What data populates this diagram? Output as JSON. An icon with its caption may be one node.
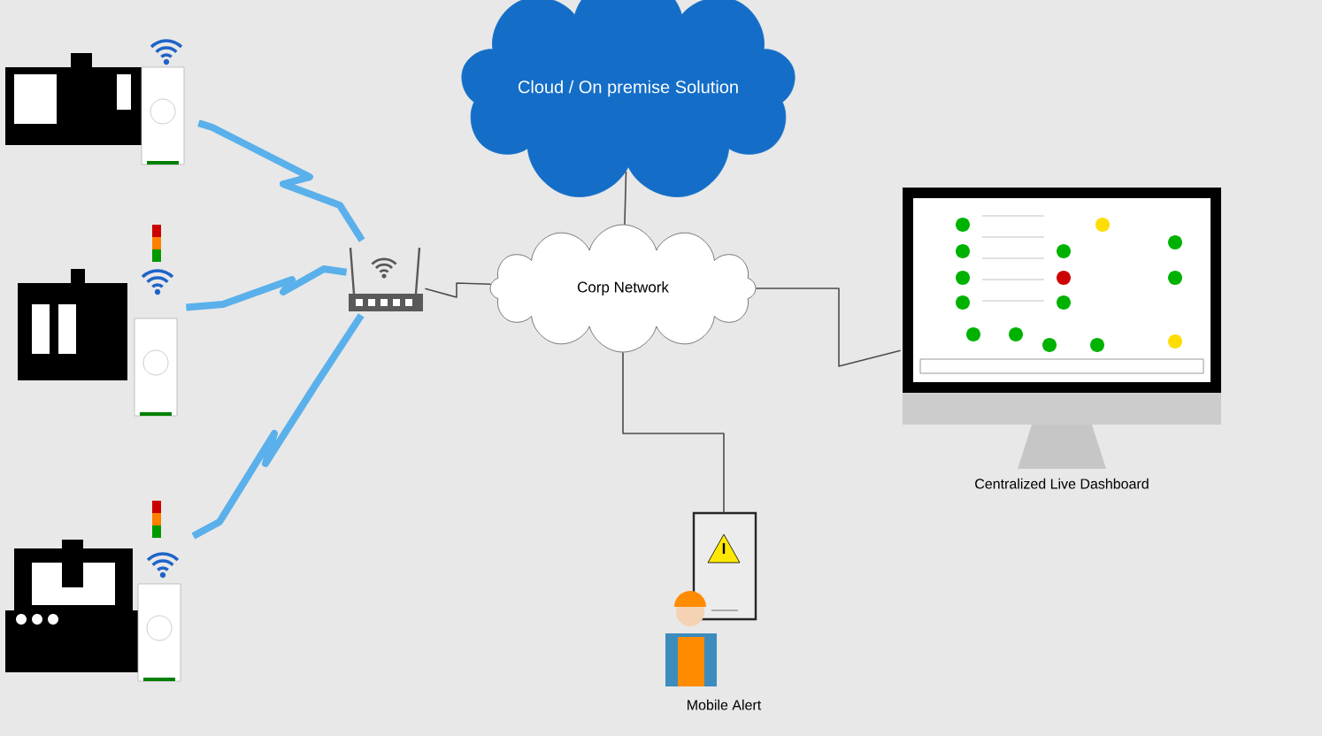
{
  "diagram": {
    "nodes": [
      {
        "text": [],
        "shape": "picture"
      },
      {
        "text": [],
        "shape": "picture"
      },
      {
        "text": [],
        "shape": "picture"
      },
      {
        "text": [],
        "shape": "picture"
      },
      {
        "text": [
          "Cloud / On premise Solution"
        ]
      },
      {
        "text": [
          "Corp Network"
        ]
      },
      {
        "text": [],
        "shape": "picture",
        "beside": [
          "Centralized Live  Dashboard"
        ]
      },
      {
        "text": [],
        "shape": "picture",
        "beside": [
          "Mobile Alert"
        ]
      }
    ],
    "edges": [
      {
        "from": 0,
        "to": 3,
        "arrow": "none",
        "style": "thick",
        "color": "#5ab0ea"
      },
      {
        "from": 1,
        "to": 3,
        "arrow": "none",
        "style": "thick",
        "color": "#5ab0ea"
      },
      {
        "from": 2,
        "to": 3,
        "arrow": "none",
        "style": "thick",
        "color": "#5ab0ea"
      },
      {
        "from": 3,
        "to": 5,
        "arrow": "none"
      },
      {
        "from": 4,
        "to": 5,
        "arrow": "none"
      },
      {
        "from": 5,
        "to": 6,
        "arrow": "none"
      },
      {
        "from": 5,
        "to": 7,
        "arrow": "none"
      }
    ]
  }
}
